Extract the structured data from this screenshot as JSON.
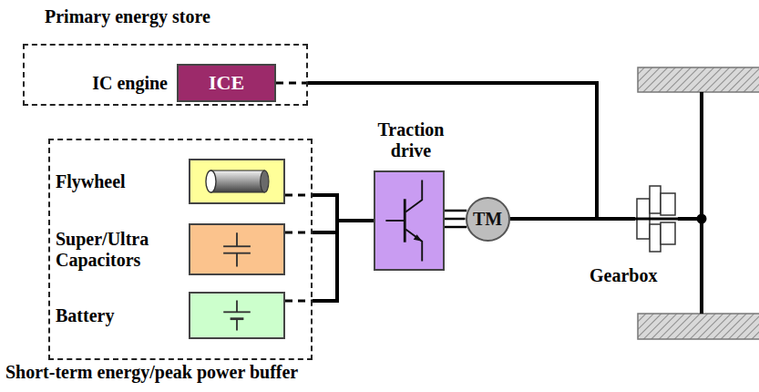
{
  "diagram": {
    "nodes": [
      {
        "text": [
          "Primary energy store"
        ]
      },
      {
        "text": [
          "IC engine",
          "ICE"
        ],
        "in": 0
      },
      {
        "text": [
          "Short-term energy/peak power buffer"
        ]
      },
      {
        "text": [
          "Flywheel"
        ],
        "in": 2
      },
      {
        "text": [
          "Super/Ultra Capacitors"
        ],
        "in": 2
      },
      {
        "text": [
          "Battery"
        ],
        "in": 2
      },
      {
        "text": [
          "Traction drive"
        ]
      },
      {
        "text": [
          "TM"
        ]
      },
      {
        "text": [
          "Gearbox"
        ]
      }
    ],
    "edges": [
      {
        "from": 1,
        "to": 8,
        "arrow": "none"
      },
      {
        "from": 3,
        "to": 6,
        "arrow": "none"
      },
      {
        "from": 4,
        "to": 6,
        "arrow": "none"
      },
      {
        "from": 5,
        "to": 6,
        "arrow": "none"
      },
      {
        "from": 6,
        "to": 7,
        "arrow": "none"
      },
      {
        "from": 7,
        "to": 8,
        "arrow": "none"
      }
    ]
  }
}
